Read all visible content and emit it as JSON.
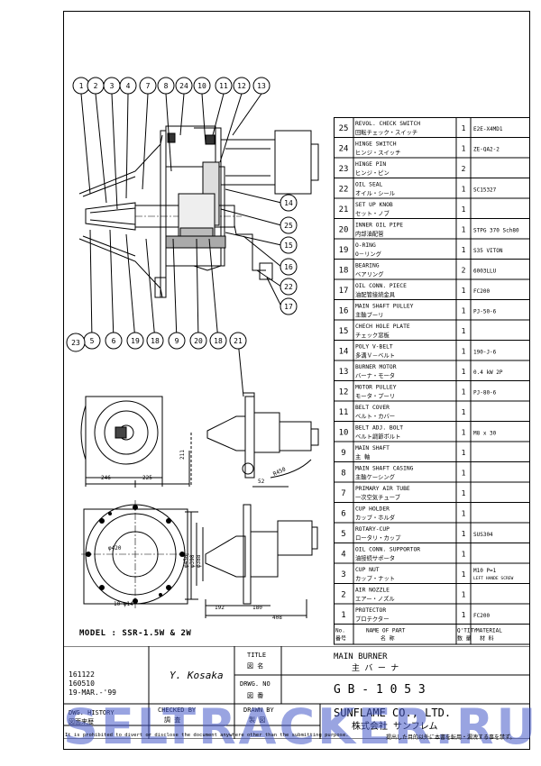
{
  "balloons_top": [
    "1",
    "2",
    "3",
    "4",
    "7",
    "8",
    "24",
    "10",
    "11",
    "12",
    "13"
  ],
  "balloons_right": [
    "14",
    "25",
    "15",
    "16",
    "22",
    "17"
  ],
  "balloons_bottom": [
    "5",
    "6",
    "19",
    "18",
    "9",
    "20",
    "18",
    "21"
  ],
  "balloon_bottom_left": "23",
  "dims": {
    "d246": "246",
    "d225": "225",
    "d211": "211",
    "d52": "52",
    "dR450": "R450",
    "dphi420": "φ420",
    "dphi450": "φ450",
    "dphi398": "φ398",
    "dphi388": "φ388",
    "dholes": "10-φ14",
    "d192": "192",
    "d180": "180",
    "d408": "408"
  },
  "model_label": "MODEL : SSR-1.5W & 2W",
  "history": [
    "161122",
    "160510",
    "19-MAR.-'99"
  ],
  "parts_header": {
    "no_en": "No.",
    "no_jp": "番号",
    "name_en": "NAME OF PART",
    "name_jp": "名    称",
    "qty_en": "Q'TITY",
    "qty_jp": "数 量",
    "mat_en": "MATERIAL",
    "mat_jp": "材 料"
  },
  "parts": [
    {
      "no": "25",
      "en": "REVOL. CHECK SWITCH",
      "jp": "回転チェック・スイッチ",
      "qty": "1",
      "mat": "E2E-X4MD1"
    },
    {
      "no": "24",
      "en": "HINGE SWITCH",
      "jp": "ヒンジ・スイッチ",
      "qty": "1",
      "mat": "ZE-QA2-2"
    },
    {
      "no": "23",
      "en": "HINGE PIN",
      "jp": "ヒンジ・ピン",
      "qty": "2",
      "mat": ""
    },
    {
      "no": "22",
      "en": "OIL SEAL",
      "jp": "オイル・シール",
      "qty": "1",
      "mat": "SC15327"
    },
    {
      "no": "21",
      "en": "SET UP KNOB",
      "jp": "セット・ノブ",
      "qty": "1",
      "mat": ""
    },
    {
      "no": "20",
      "en": "INNER OIL PIPE",
      "jp": "内部油配管",
      "qty": "1",
      "mat": "STPG 370 Sch80"
    },
    {
      "no": "19",
      "en": "O-RING",
      "jp": "O－リング",
      "qty": "1",
      "mat": "S35 VITON"
    },
    {
      "no": "18",
      "en": "BEARING",
      "jp": "ベアリング",
      "qty": "2",
      "mat": "6003LLU"
    },
    {
      "no": "17",
      "en": "OIL CONN. PIECE",
      "jp": "油配管接続金具",
      "qty": "1",
      "mat": "FC200"
    },
    {
      "no": "16",
      "en": "MAIN SHAFT PULLEY",
      "jp": "主軸プーリ",
      "qty": "1",
      "mat": "PJ-50-6"
    },
    {
      "no": "15",
      "en": "CHECH HOLE PLATE",
      "jp": "チェック窓板",
      "qty": "1",
      "mat": ""
    },
    {
      "no": "14",
      "en": "POLY V-BELT",
      "jp": "多溝Ｖ－ベルト",
      "qty": "1",
      "mat": "190-J-6"
    },
    {
      "no": "13",
      "en": "BURNER MOTOR",
      "jp": "バーナ・モータ",
      "qty": "1",
      "mat": "0.4 kW 2P"
    },
    {
      "no": "12",
      "en": "MOTOR PULLEY",
      "jp": "モータ・プーリ",
      "qty": "1",
      "mat": "PJ-80-6"
    },
    {
      "no": "11",
      "en": "BELT COVER",
      "jp": "ベルト・カバー",
      "qty": "1",
      "mat": ""
    },
    {
      "no": "10",
      "en": "BELT ADJ. BOLT",
      "jp": "ベルト調節ボルト",
      "qty": "1",
      "mat": "M8 x 30"
    },
    {
      "no": "9",
      "en": "MAIN SHAFT",
      "jp": "主    軸",
      "qty": "1",
      "mat": ""
    },
    {
      "no": "8",
      "en": "MAIN SHAFT CASING",
      "jp": "主軸ケーシング",
      "qty": "1",
      "mat": ""
    },
    {
      "no": "7",
      "en": "PRIMARY AIR TUBE",
      "jp": "一次空気チューブ",
      "qty": "1",
      "mat": ""
    },
    {
      "no": "6",
      "en": "CUP HOLDER",
      "jp": "カップ・ホルダ",
      "qty": "1",
      "mat": ""
    },
    {
      "no": "5",
      "en": "ROTARY-CUP",
      "jp": "ロータリ・カップ",
      "qty": "1",
      "mat": "SUS304"
    },
    {
      "no": "4",
      "en": "OIL CONN. SUPPORTOR",
      "jp": "油接続サポータ",
      "qty": "1",
      "mat": ""
    },
    {
      "no": "3",
      "en": "CUP NUT",
      "jp": "カップ・ナット",
      "qty": "1",
      "mat": "M10 P=1 | LEFT HANDE SCREW"
    },
    {
      "no": "2",
      "en": "AIR NOZZLE",
      "jp": "エアー・ノズル",
      "qty": "1",
      "mat": ""
    },
    {
      "no": "1",
      "en": "PROTECTOR",
      "jp": "プロテクター",
      "qty": "1",
      "mat": "FC200"
    }
  ],
  "title_block": {
    "signature": "Y. Kosaka",
    "title_en": "TITLE",
    "title_jp": "図   名",
    "title_value_en": "MAIN BURNER",
    "title_value_jp": "主  バ  ー  ナ",
    "drwg_en": "DRWG. NO",
    "drwg_jp": "図   番",
    "drwg_value": "G B - 1 0 5 3",
    "dwg_history_en": "DWG. HISTORY",
    "dwg_history_jp": "図面来歴",
    "checked_en": "CHECKED BY",
    "checked_jp": "調   査",
    "drawn_en": "DRAWN BY",
    "drawn_jp": "製   図",
    "company_en": "SUNFLAME CO., LTD.",
    "company_jp": "株式会社 サンフレム"
  },
  "footnote_en": "It is prohibited to divert or disclose the document anywhere other than the submitting purpose.",
  "footnote_jp": "提出した目的以外に本書を転用・漏洩する事を禁ず。",
  "watermark": "SELTRACKER.RU"
}
